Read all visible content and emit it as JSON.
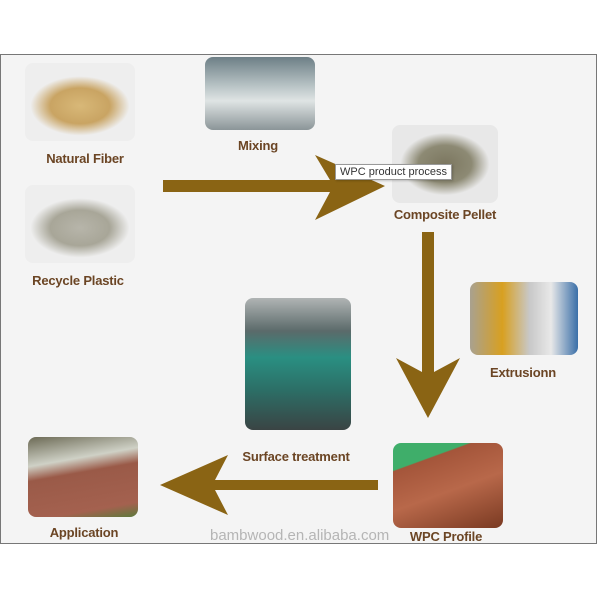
{
  "steps": {
    "natural_fiber": "Natural Fiber",
    "mixing": "Mixing",
    "recycle_plastic": "Recycle Plastic",
    "composite_pellet": "Composite Pellet",
    "extrusion": "Extrusionn",
    "surface_treatment": "Surface treatment",
    "wpc_profile": "WPC Profile",
    "application": "Application"
  },
  "tooltip": "WPC product process",
  "watermark": "bambwood.en.alibaba.com",
  "colors": {
    "arrow": "#8a6414",
    "label": "#6b4524"
  }
}
